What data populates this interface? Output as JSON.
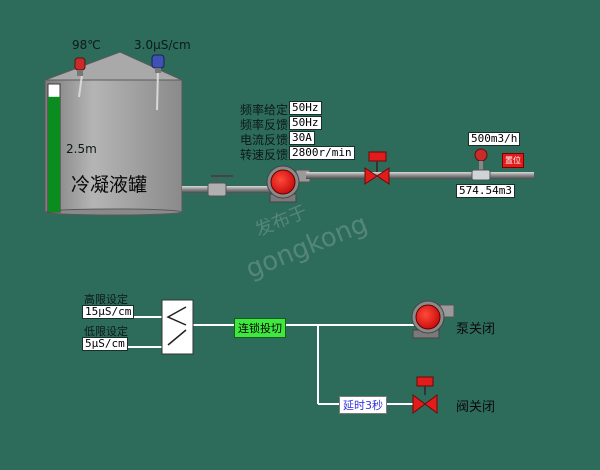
{
  "tank": {
    "temperature": "98℃",
    "conductivity": "3.0μS/cm",
    "level": "2.5m",
    "name": "冷凝液罐",
    "level_fraction": 0.9
  },
  "pump_params": [
    {
      "label": "频率给定",
      "value": "50Hz"
    },
    {
      "label": "频率反馈",
      "value": "50Hz"
    },
    {
      "label": "电流反馈",
      "value": "30A"
    },
    {
      "label": "转速反馈",
      "value": "2800r/min"
    }
  ],
  "flowmeter": {
    "rate": "500m3/h",
    "total": "574.54m3",
    "reset_label": "置位"
  },
  "control": {
    "high_limit_label": "高限设定",
    "high_limit_value": "15μS/cm",
    "low_limit_label": "低限设定",
    "low_limit_value": "5μS/cm",
    "interlock_label": "连锁投切",
    "delay_label": "延时3秒",
    "pump_status": "泵关闭",
    "valve_status": "阀关闭"
  },
  "watermark": {
    "text_cn": "发布于",
    "text_en": "gongkong"
  },
  "colors": {
    "background": "#2d6b5b",
    "tank_body": "#a3a3a3",
    "level_fill": "#0a8c1e",
    "pump_red": "#e21b1b",
    "interlock_green": "#3fe83f"
  }
}
